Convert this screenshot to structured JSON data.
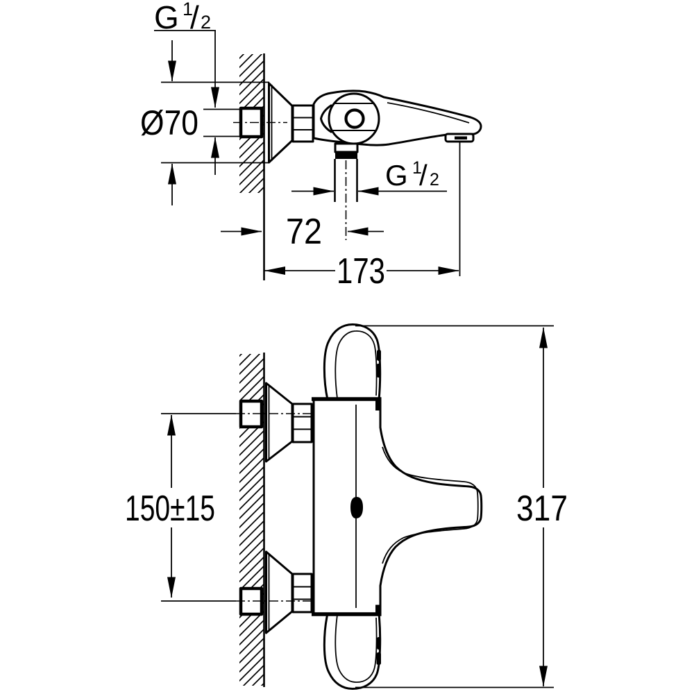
{
  "drawing": {
    "kind": "technical dimension drawing",
    "subject": "wall-mounted bath/shower mixer tap",
    "colors": {
      "background": "#ffffff",
      "line": "#000000"
    }
  },
  "side_view": {
    "wall_thread": {
      "prefix": "G",
      "numerator": "1",
      "slash": "/",
      "denominator": "2"
    },
    "escutcheon_diameter": "Ø70",
    "outlet_thread": {
      "prefix": "G",
      "numerator": "1",
      "slash": "/",
      "denominator": "2"
    },
    "wall_to_outlet": "72",
    "wall_to_spout_end": "173"
  },
  "plan_view": {
    "inlet_spacing": "150±15",
    "overall_length": "317"
  }
}
